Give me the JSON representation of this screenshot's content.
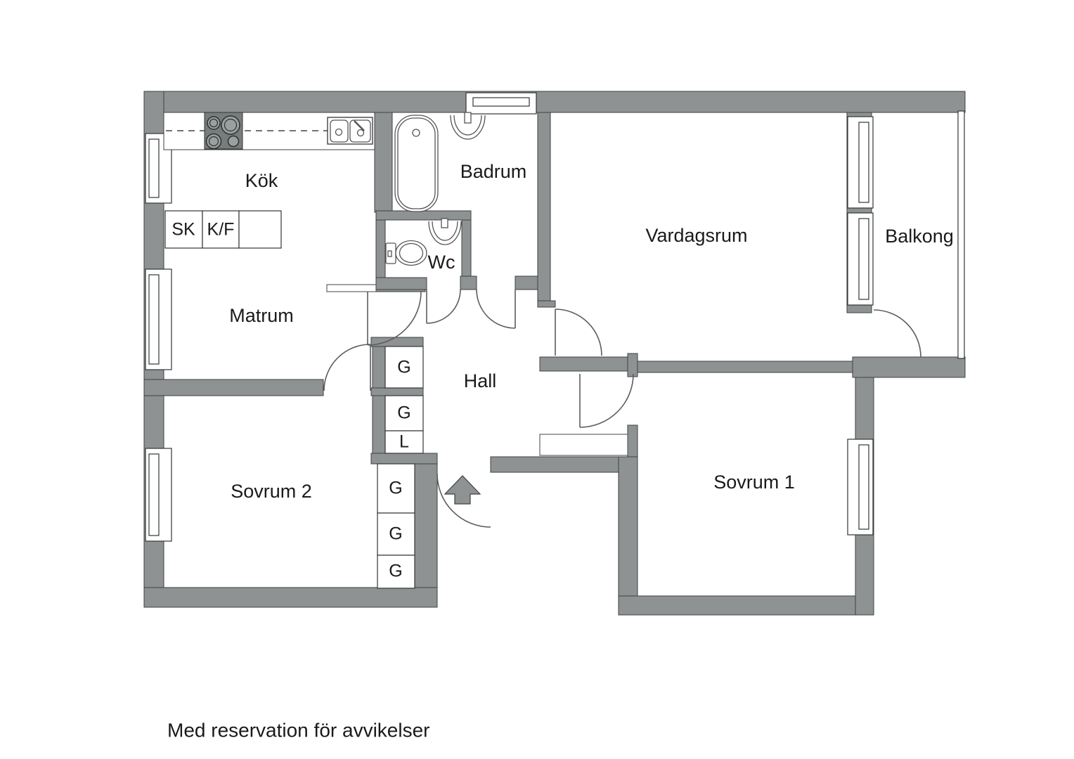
{
  "rooms": {
    "kok": "Kök",
    "matrum": "Matrum",
    "badrum": "Badrum",
    "wc": "Wc",
    "hall": "Hall",
    "vardagsrum": "Vardagsrum",
    "balkong": "Balkong",
    "sovrum1": "Sovrum 1",
    "sovrum2": "Sovrum 2"
  },
  "cabinets": {
    "sk": "SK",
    "kf": "K/F"
  },
  "closets": {
    "hall": [
      "G",
      "G",
      "L"
    ],
    "sovrum2": [
      "G",
      "G",
      "G"
    ]
  },
  "footer": {
    "note": "Med reservation för avvikelser"
  },
  "colors": {
    "wall": "#8e9292",
    "wall_outline": "#3e4141",
    "fixture_line": "#555555",
    "stove": "#787c7c",
    "text": "#1a1a1a"
  }
}
